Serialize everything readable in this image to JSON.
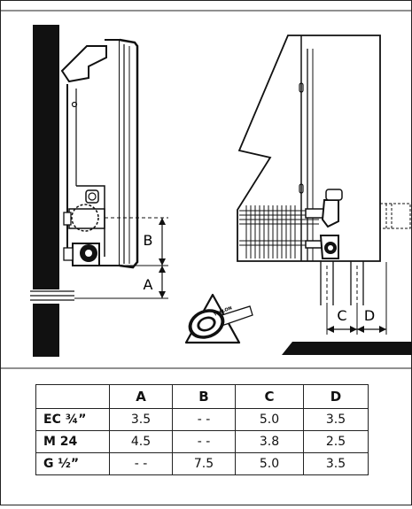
{
  "labels": {
    "dim_a": "A",
    "dim_b": "B",
    "dim_c": "C",
    "dim_d": "D",
    "tape_brand": "TEFLON"
  },
  "table": {
    "headers": [
      "",
      "A",
      "B",
      "C",
      "D"
    ],
    "rows": [
      [
        "EC ¾”",
        "3.5",
        "- -",
        "5.0",
        "3.5"
      ],
      [
        "M 24",
        "4.5",
        "- -",
        "3.8",
        "2.5"
      ],
      [
        "G ½”",
        "- -",
        "7.5",
        "5.0",
        "3.5"
      ]
    ]
  }
}
